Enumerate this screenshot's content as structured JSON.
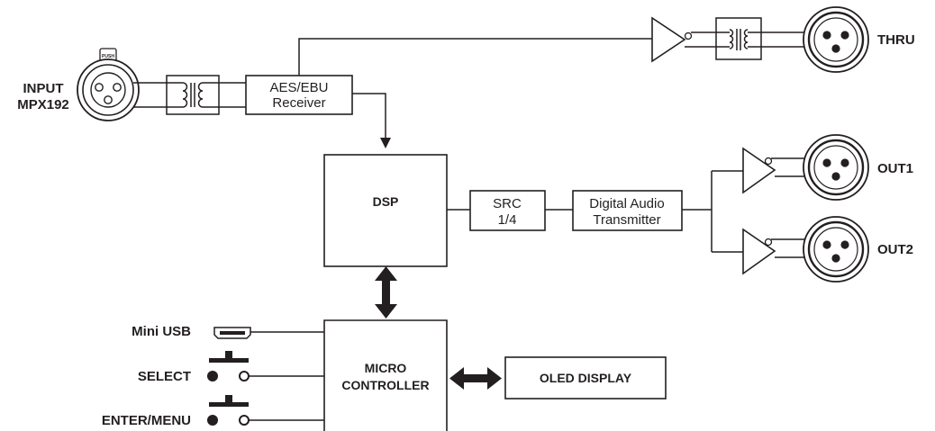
{
  "labels": {
    "input_line1": "INPUT",
    "input_line2": "MPX192",
    "aes_line1": "AES/EBU",
    "aes_line2": "Receiver",
    "thru": "THRU",
    "dsp": "DSP",
    "src_line1": "SRC",
    "src_line2": "1/4",
    "dat_line1": "Digital Audio",
    "dat_line2": "Transmitter",
    "out1": "OUT1",
    "out2": "OUT2",
    "mini_usb": "Mini USB",
    "select": "SELECT",
    "enter_menu": "ENTER/MENU",
    "micro_line1": "MICRO",
    "micro_line2": "CONTROLLER",
    "oled": "OLED DISPLAY",
    "push": "PUSH"
  },
  "colors": {
    "ink": "#231f20",
    "background": "#ffffff"
  }
}
